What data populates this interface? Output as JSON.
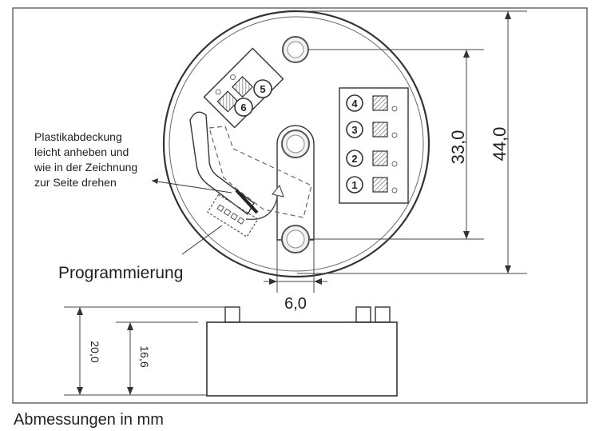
{
  "annotation": {
    "line1": "Plastikabdeckung",
    "line2": "leicht anheben und",
    "line3": "wie in der Zeichnung",
    "line4": "zur Seite drehen"
  },
  "programming_label": "Programmierung",
  "caption": "Abmessungen in mm",
  "dimensions": {
    "outer_height": "44,0",
    "hole_spacing": "33,0",
    "hole_width": "6,0",
    "total_height": "20,0",
    "body_height": "16,6"
  },
  "terminals_right": [
    "4",
    "3",
    "2",
    "1"
  ],
  "terminals_top": [
    "5",
    "6"
  ],
  "colors": {
    "line": "#333333",
    "dashed": "#666666",
    "hatch": "#555555",
    "programming_strip": "#222222"
  }
}
